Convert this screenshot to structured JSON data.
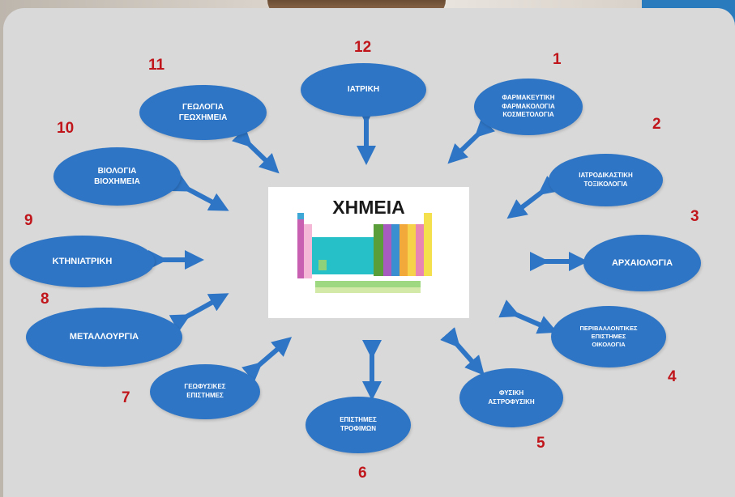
{
  "title": "ΧΗΜΕΙΑ",
  "colors": {
    "node": "#2e75c5",
    "arrow": "#2e75c5",
    "number": "#c0161b",
    "panel": "#d9d9d9"
  },
  "fields": [
    {
      "number": "1",
      "lines": [
        "ΦΑΡΜΑΚΕΥΤΙΚΗ",
        "ΦΑΡΜΑΚΟΛΟΓΙΑ",
        "ΚΟΣΜΕΤΟΛΟΓΙΑ"
      ]
    },
    {
      "number": "2",
      "lines": [
        "ΙΑΤΡΟΔΙΚΑΣΤΙΚΗ",
        "ΤΟΞΙΚΟΛΟΓΙΑ"
      ]
    },
    {
      "number": "3",
      "lines": [
        "ΑΡΧΑΙΟΛΟΓΙΑ"
      ]
    },
    {
      "number": "4",
      "lines": [
        "ΠΕΡΙΒΑΛΛΟΝΤΙΚΕΣ",
        "ΕΠΙΣΤΗΜΕΣ",
        "ΟΙΚΟΛΟΓΙΑ"
      ]
    },
    {
      "number": "5",
      "lines": [
        "ΦΥΣΙΚΗ",
        "ΑΣΤΡΟΦΥΣΙΚΗ"
      ]
    },
    {
      "number": "6",
      "lines": [
        "ΕΠΙΣΤΗΜΕΣ",
        "ΤΡΟΦΙΜΩΝ"
      ]
    },
    {
      "number": "7",
      "lines": [
        "ΓΕΩΦΥΣΙΚΕΣ",
        "ΕΠΙΣΤΗΜΕΣ"
      ]
    },
    {
      "number": "8",
      "lines": [
        "ΜΕΤΑΛΛΟΥΡΓΙΑ"
      ]
    },
    {
      "number": "9",
      "lines": [
        "ΚΤΗΝΙΑΤΡΙΚΗ"
      ]
    },
    {
      "number": "10",
      "lines": [
        "ΒΙΟΛΟΓΙΑ",
        "ΒΙΟΧΗΜΕΙΑ"
      ]
    },
    {
      "number": "11",
      "lines": [
        "ΓΕΩΛΟΓΙΑ",
        "ΓΕΩΧΗΜΕΙΑ"
      ]
    },
    {
      "number": "12",
      "lines": [
        "ΙΑΤΡΙΚΗ"
      ]
    }
  ]
}
